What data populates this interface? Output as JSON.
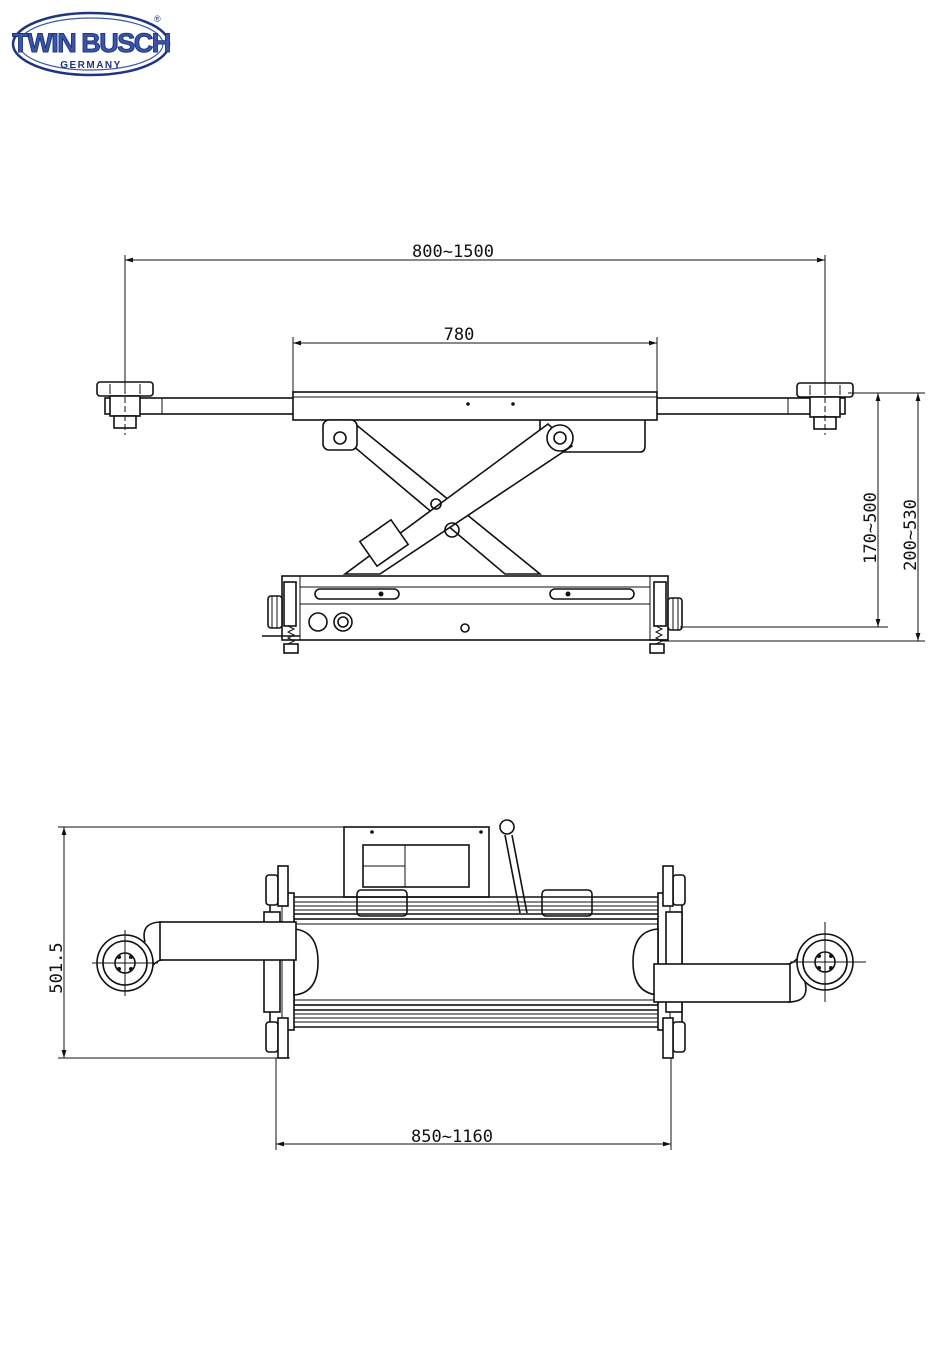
{
  "logo": {
    "brand": "TWIN BUSCH",
    "country": "GERMANY",
    "registered": "®",
    "colors": {
      "fill": "#3a56a8",
      "ring": "#1f3580",
      "outline": "#ffffff"
    }
  },
  "dimensions": {
    "side_view": {
      "arm_span": "800~1500",
      "platform_length": "780",
      "lift_height_inner": "170~500",
      "lift_height_outer": "200~530"
    },
    "top_view": {
      "depth": "501.5",
      "base_width": "850~1160"
    }
  }
}
